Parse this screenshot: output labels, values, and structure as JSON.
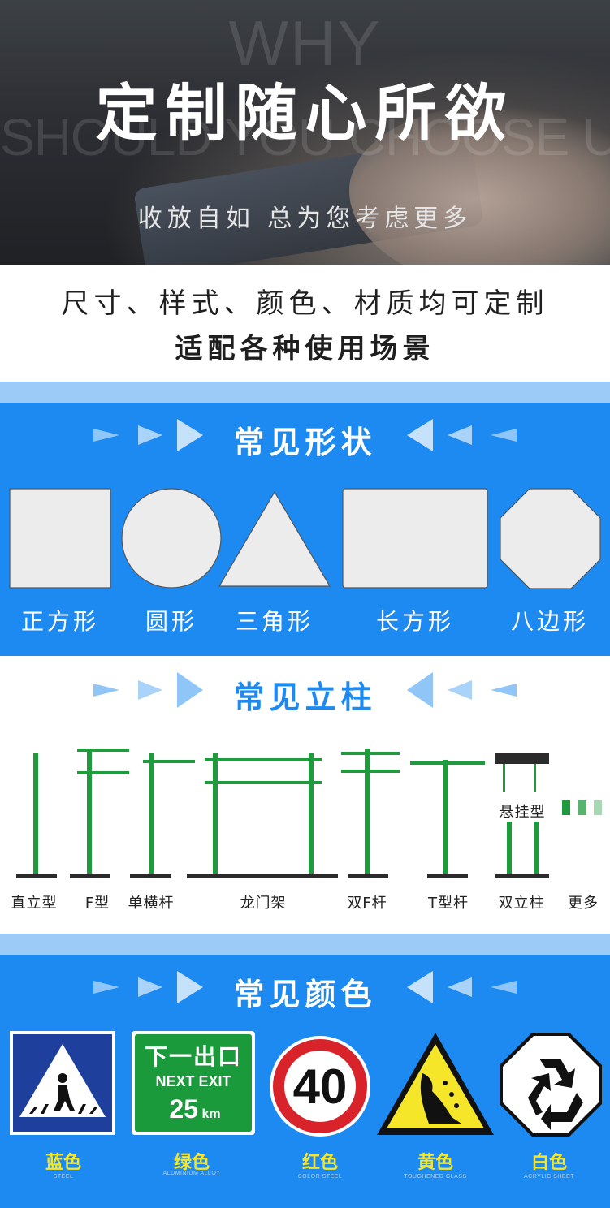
{
  "hero": {
    "bg_line1": "WHY",
    "bg_line2": "SHOULD YOU CHOOSE US",
    "title": "定制随心所欲",
    "subtitle": "收放自如  总为您考虑更多"
  },
  "intro": {
    "line1": "尺寸、样式、颜色、材质均可定制",
    "line2": "适配各种使用场景"
  },
  "shapes_section": {
    "heading": "常见形状",
    "items": [
      {
        "label": "正方形",
        "shape": "square"
      },
      {
        "label": "圆形",
        "shape": "circle"
      },
      {
        "label": "三角形",
        "shape": "triangle"
      },
      {
        "label": "长方形",
        "shape": "rectangle"
      },
      {
        "label": "八边形",
        "shape": "octagon"
      }
    ]
  },
  "posts_section": {
    "heading": "常见立柱",
    "hanging_label": "悬挂型",
    "labels": [
      "直立型",
      "F型",
      "单横杆",
      "龙门架",
      "双F杆",
      "T型杆",
      "双立柱",
      "更多"
    ]
  },
  "colors_section": {
    "heading": "常见颜色",
    "exit_sign": {
      "cn": "下一出口",
      "en": "NEXT EXIT",
      "distance": "25",
      "unit": "km"
    },
    "speed_limit": "40",
    "items": [
      {
        "label": "蓝色",
        "sub": "STEEL"
      },
      {
        "label": "绿色",
        "sub": "ALUMINIUM ALLOY"
      },
      {
        "label": "红色",
        "sub": "COLOR STEEL"
      },
      {
        "label": "黄色",
        "sub": "TOUGHENED GLASS"
      },
      {
        "label": "白色",
        "sub": "ACRYLIC SHEET"
      }
    ]
  },
  "colors": {
    "primary_blue": "#1d8af1",
    "light_blue": "#9ccbf7",
    "post_green": "#1f9a3c",
    "sign_blue": "#1f3f9c",
    "sign_green": "#1a9a3a",
    "sign_red": "#d8232a",
    "sign_yellow": "#f5e62a",
    "label_yellow": "#f5e62a"
  }
}
